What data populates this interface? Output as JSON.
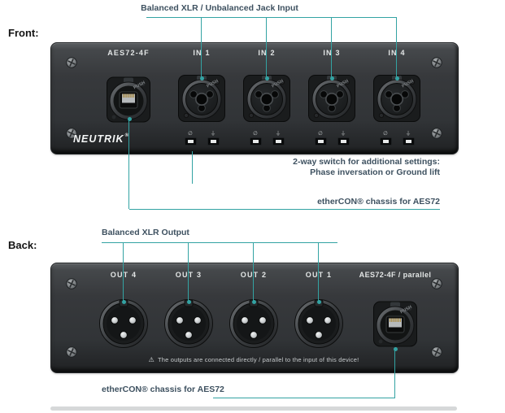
{
  "common": {
    "push_label": "PUSH"
  },
  "front": {
    "section_label": "Front:",
    "input_annotation": "Balanced XLR / Unbalanced Jack Input",
    "ethercon_port_label": "AES72-4F",
    "input_labels": [
      "IN 1",
      "IN 2",
      "IN 3",
      "IN 4"
    ],
    "brand": "NEUTRIK",
    "brand_mark": "®",
    "phase_symbol": "∅",
    "ground_symbol": "⏚",
    "switch_annotation": [
      "2-way switch for additional settings:",
      "Phase inversation or Ground lift"
    ],
    "ethercon_annotation": "etherCON® chassis for AES72"
  },
  "back": {
    "section_label": "Back:",
    "output_annotation": "Balanced XLR Output",
    "output_labels": [
      "OUT 4",
      "OUT 3",
      "OUT 2",
      "OUT 1"
    ],
    "ethercon_port_label": "AES72-4F / parallel",
    "warning_icon": "⚠",
    "warning_text": "The outputs are connected directly / parallel to the input of this device!",
    "ethercon_annotation": "etherCON® chassis for AES72"
  },
  "colors": {
    "annotation_accent": "#33a3a3",
    "annotation_text": "#3e5160",
    "panel_face": "#333639"
  }
}
